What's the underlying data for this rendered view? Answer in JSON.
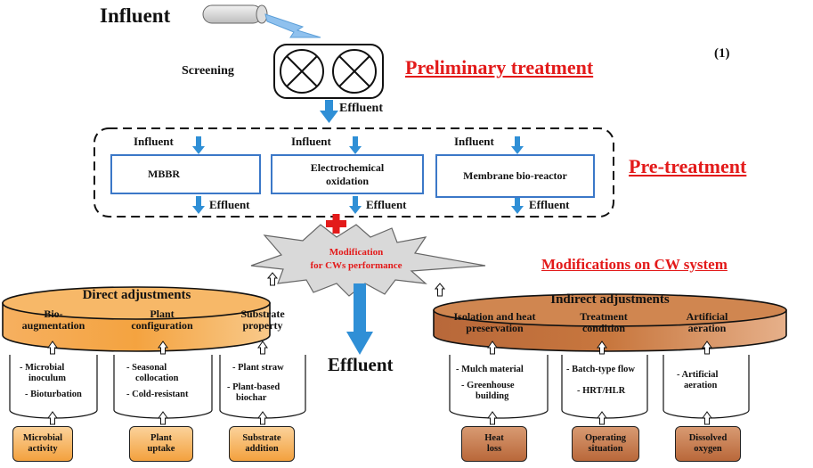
{
  "top": {
    "influent": "Influent",
    "screening": "Screening",
    "effluent": "Effluent",
    "index": "(1)"
  },
  "headings": {
    "preliminary": "Preliminary treatment",
    "pretreatment": "Pre-treatment",
    "modifications": "Modifications on CW system"
  },
  "pretreatment_units": [
    {
      "influent": "Influent",
      "name": "MBBR",
      "effluent": "Effluent"
    },
    {
      "influent": "Influent",
      "name": "Electrochemical oxidation",
      "effluent": "Effluent"
    },
    {
      "influent": "Influent",
      "name": "Membrane bio-reactor",
      "effluent": "Effluent"
    }
  ],
  "modification": {
    "line1": "Modification",
    "line2": "for CWs performance"
  },
  "center_effluent": "Effluent",
  "direct": {
    "title": "Direct adjustments",
    "columns": [
      {
        "head": [
          "Bio-",
          "augmentation"
        ],
        "items": [
          "- Microbial",
          "inoculum",
          "- Bioturbation"
        ],
        "base": [
          "Microbial",
          "activity"
        ]
      },
      {
        "head": [
          "Plant",
          "configuration"
        ],
        "items": [
          "- Seasonal",
          "collocation",
          "- Cold-resistant"
        ],
        "base": [
          "Plant",
          "uptake"
        ]
      },
      {
        "head": [
          "Substrate",
          "property"
        ],
        "items": [
          "- Plant straw",
          "- Plant-based",
          "biochar"
        ],
        "base": [
          "Substrate",
          "addition"
        ]
      }
    ]
  },
  "indirect": {
    "title": "Indirect adjustments",
    "columns": [
      {
        "head": [
          "Isolation and heat",
          "preservation"
        ],
        "items": [
          "- Mulch material",
          "- Greenhouse",
          "building"
        ],
        "base": [
          "Heat",
          "loss"
        ]
      },
      {
        "head": [
          "Treatment",
          "condition"
        ],
        "items": [
          "- Batch-type flow",
          "- HRT/HLR"
        ],
        "base": [
          "Operating",
          "situation"
        ]
      },
      {
        "head": [
          "Artificial",
          "aeration"
        ],
        "items": [
          "- Artificial",
          "aeration"
        ],
        "base": [
          "Dissolved",
          "oxygen"
        ]
      }
    ]
  },
  "colors": {
    "direct": "#f4a340",
    "indirect": "#c8773e",
    "arrow": "#2f8fd6",
    "box_border": "#3b78c8",
    "red": "#e31a1a"
  }
}
